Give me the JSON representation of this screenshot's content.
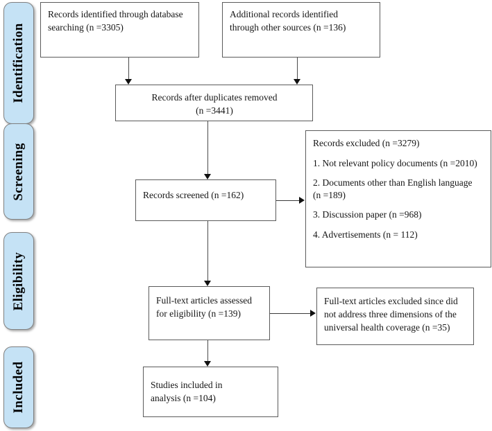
{
  "diagram": {
    "title": "PRISMA flow diagram",
    "type": "flowchart",
    "colors": {
      "stage_pill_fill": "#c5e2f5",
      "stage_pill_border": "#808080",
      "box_border": "#5a5a5a",
      "connector": "#3a3a3a",
      "background": "#ffffff"
    }
  },
  "stages": [
    {
      "id": "identification",
      "label": "Identification"
    },
    {
      "id": "screening",
      "label": "Screening"
    },
    {
      "id": "eligibility",
      "label": "Eligibility"
    },
    {
      "id": "included",
      "label": "Included"
    }
  ],
  "boxes": {
    "database_search": "Records identified  through database\nsearching (n =3305)",
    "other_sources": "Additional  records identified\nthrough other sources (n =136)",
    "duplicates_removed": "Records after duplicates removed\n(n =3441)",
    "records_screened": "Records screened (n =162)",
    "fulltext_assessed": "Full-text  articles assessed\nfor eligibility  (n =139)",
    "fulltext_excluded": "Full-text  articles excluded since did\nnot address three dimensions  of the\nuniversal health coverage (n =35)",
    "studies_included": "Studies included  in\nanalysis  (n =104)"
  },
  "records_excluded": {
    "heading": "Records excluded (n =3279)",
    "items": [
      "1. Not relevant policy  documents (n =2010)",
      "2. Documents other than English  language\n(n =189)",
      "3. Discussion  paper (n =968)",
      "4. Advertisements (n = 112)"
    ]
  },
  "counts": {
    "database_search": 3305,
    "other_sources": 136,
    "after_duplicates": 3441,
    "screened": 162,
    "excluded_total": 3279,
    "excluded_not_relevant_policy": 2010,
    "excluded_non_english": 189,
    "excluded_discussion_paper": 968,
    "excluded_advertisements": 112,
    "fulltext_assessed": 139,
    "fulltext_excluded": 35,
    "studies_included": 104
  }
}
